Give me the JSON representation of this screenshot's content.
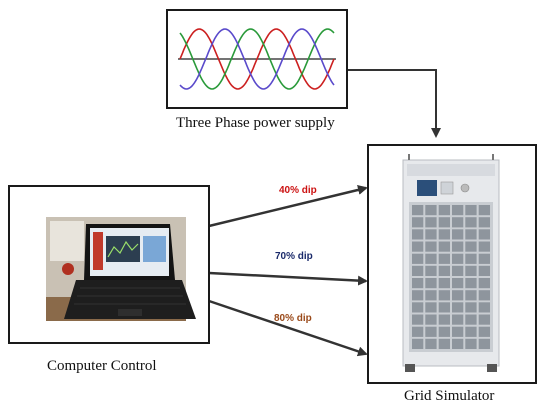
{
  "labels": {
    "supply_caption": "Three Phase power supply",
    "computer_caption": "Computer Control",
    "simulator_caption": "Grid Simulator"
  },
  "dips": [
    {
      "label": "40% dip",
      "color": "#cc1111"
    },
    {
      "label": "70% dip",
      "color": "#1a2a6a"
    },
    {
      "label": "80% dip",
      "color": "#9a4a1a"
    }
  ],
  "colors": {
    "phase_a": "#cc2020",
    "phase_b": "#2a9a3a",
    "phase_c": "#5a4acb",
    "arrow": "#333333"
  }
}
